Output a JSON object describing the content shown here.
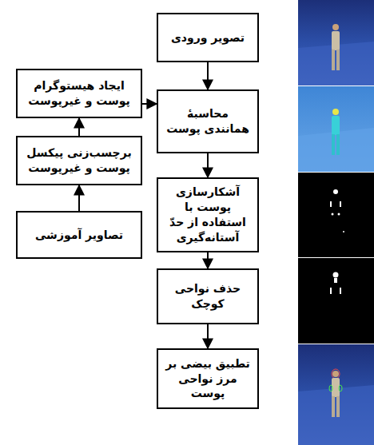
{
  "diagram": {
    "nodes": [
      {
        "text": [
          "تصویر ورودی"
        ]
      },
      {
        "text": [
          "ایجاد هیستوگرام پوست و غیرپوست"
        ]
      },
      {
        "text": [
          "محاسبهٔ همانندی پوست"
        ]
      },
      {
        "text": [
          "برچسب‌زنی پیکسل پوست و غیرپوست"
        ]
      },
      {
        "text": [
          "آشکارسازی پوست با استفاده از حدّ آستانه‌گیری"
        ]
      },
      {
        "text": [
          "تصاویر آموزشی"
        ]
      },
      {
        "text": [
          "حذف نواحی کوچک"
        ]
      },
      {
        "text": [
          "تطبیق بیضی بر مرز نواحی پوست"
        ]
      }
    ],
    "edges": [
      {
        "from": 0,
        "to": 2,
        "arrow": "to"
      },
      {
        "from": 2,
        "to": 4,
        "arrow": "to"
      },
      {
        "from": 4,
        "to": 6,
        "arrow": "to"
      },
      {
        "from": 6,
        "to": 7,
        "arrow": "to"
      },
      {
        "from": 5,
        "to": 3,
        "arrow": "to"
      },
      {
        "from": 3,
        "to": 1,
        "arrow": "to"
      },
      {
        "from": 1,
        "to": 2,
        "arrow": "to"
      }
    ]
  }
}
